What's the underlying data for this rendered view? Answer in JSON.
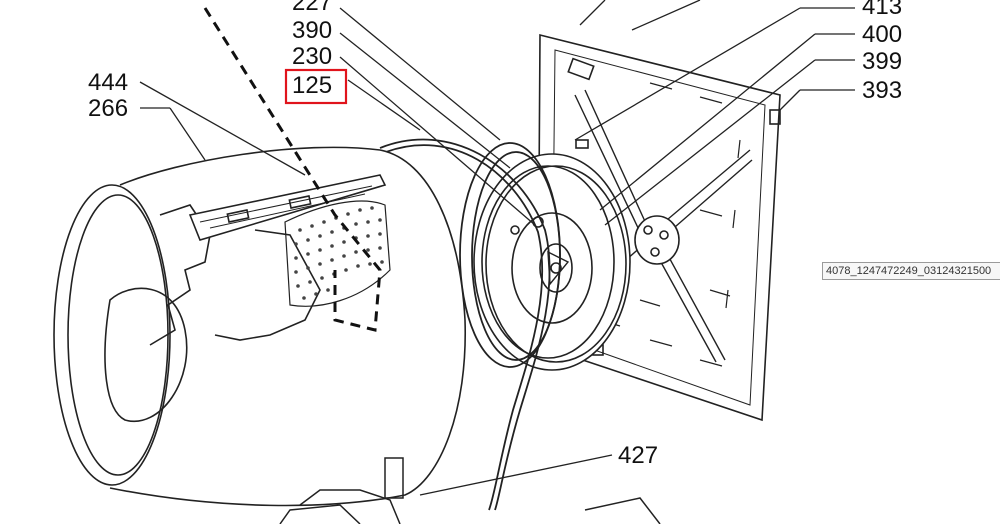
{
  "callouts": {
    "c227": "227",
    "c390": "390",
    "c230": "230",
    "c125": "125",
    "c444": "444",
    "c266": "266",
    "c413": "413",
    "c400": "400",
    "c399": "399",
    "c393": "393",
    "c427": "427"
  },
  "highlighted_part": "125",
  "highlight_color": "#e0141c",
  "tooltip_text": "4078_1247472249_03124321500"
}
